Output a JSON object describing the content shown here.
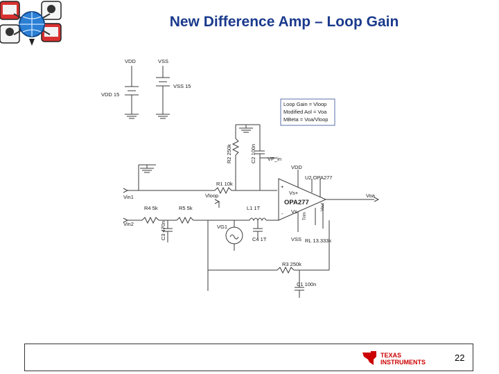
{
  "slide": {
    "title": "New Difference Amp – Loop Gain",
    "page_number": "22"
  },
  "brand": {
    "name_line1": "TEXAS",
    "name_line2": "INSTRUMENTS",
    "color": "#cc0000"
  },
  "schematic": {
    "sources": {
      "vdd_node": "VDD",
      "vss_node": "VSS",
      "vdd_source": "VDD 15",
      "vss_source": "VSS 15"
    },
    "legend": {
      "line1": "Loop Gain = Vloop",
      "line2": "Modified Aol = Voa",
      "line3": "MBeta = Voa/Vloop"
    },
    "components": {
      "r2": "R2 250k",
      "c2": "C2 100n",
      "vp_in": "VP_in",
      "vdd_label": "VDD",
      "u2": "U2 OPA277",
      "r1": "R1 10k",
      "vloop": "Vloop",
      "vin1": "Vin1",
      "vin2": "Vin2",
      "r4": "R4 5k",
      "r5": "R5 5k",
      "c3": "C3 470n",
      "l1": "L1 1T",
      "vg1": "VG1",
      "c4": "C4 1T",
      "vss_label": "VSS",
      "rl": "RL 13.333k",
      "r3": "R3 250k",
      "c1": "C1 100n",
      "voa": "Voa",
      "opamp_name": "OPA277",
      "vs_plus": "Vs+",
      "vs_minus": "Vs-",
      "plus_sign": "+",
      "minus_sign": "-",
      "vout_label": "Vout",
      "trim_label": "Trim"
    }
  }
}
